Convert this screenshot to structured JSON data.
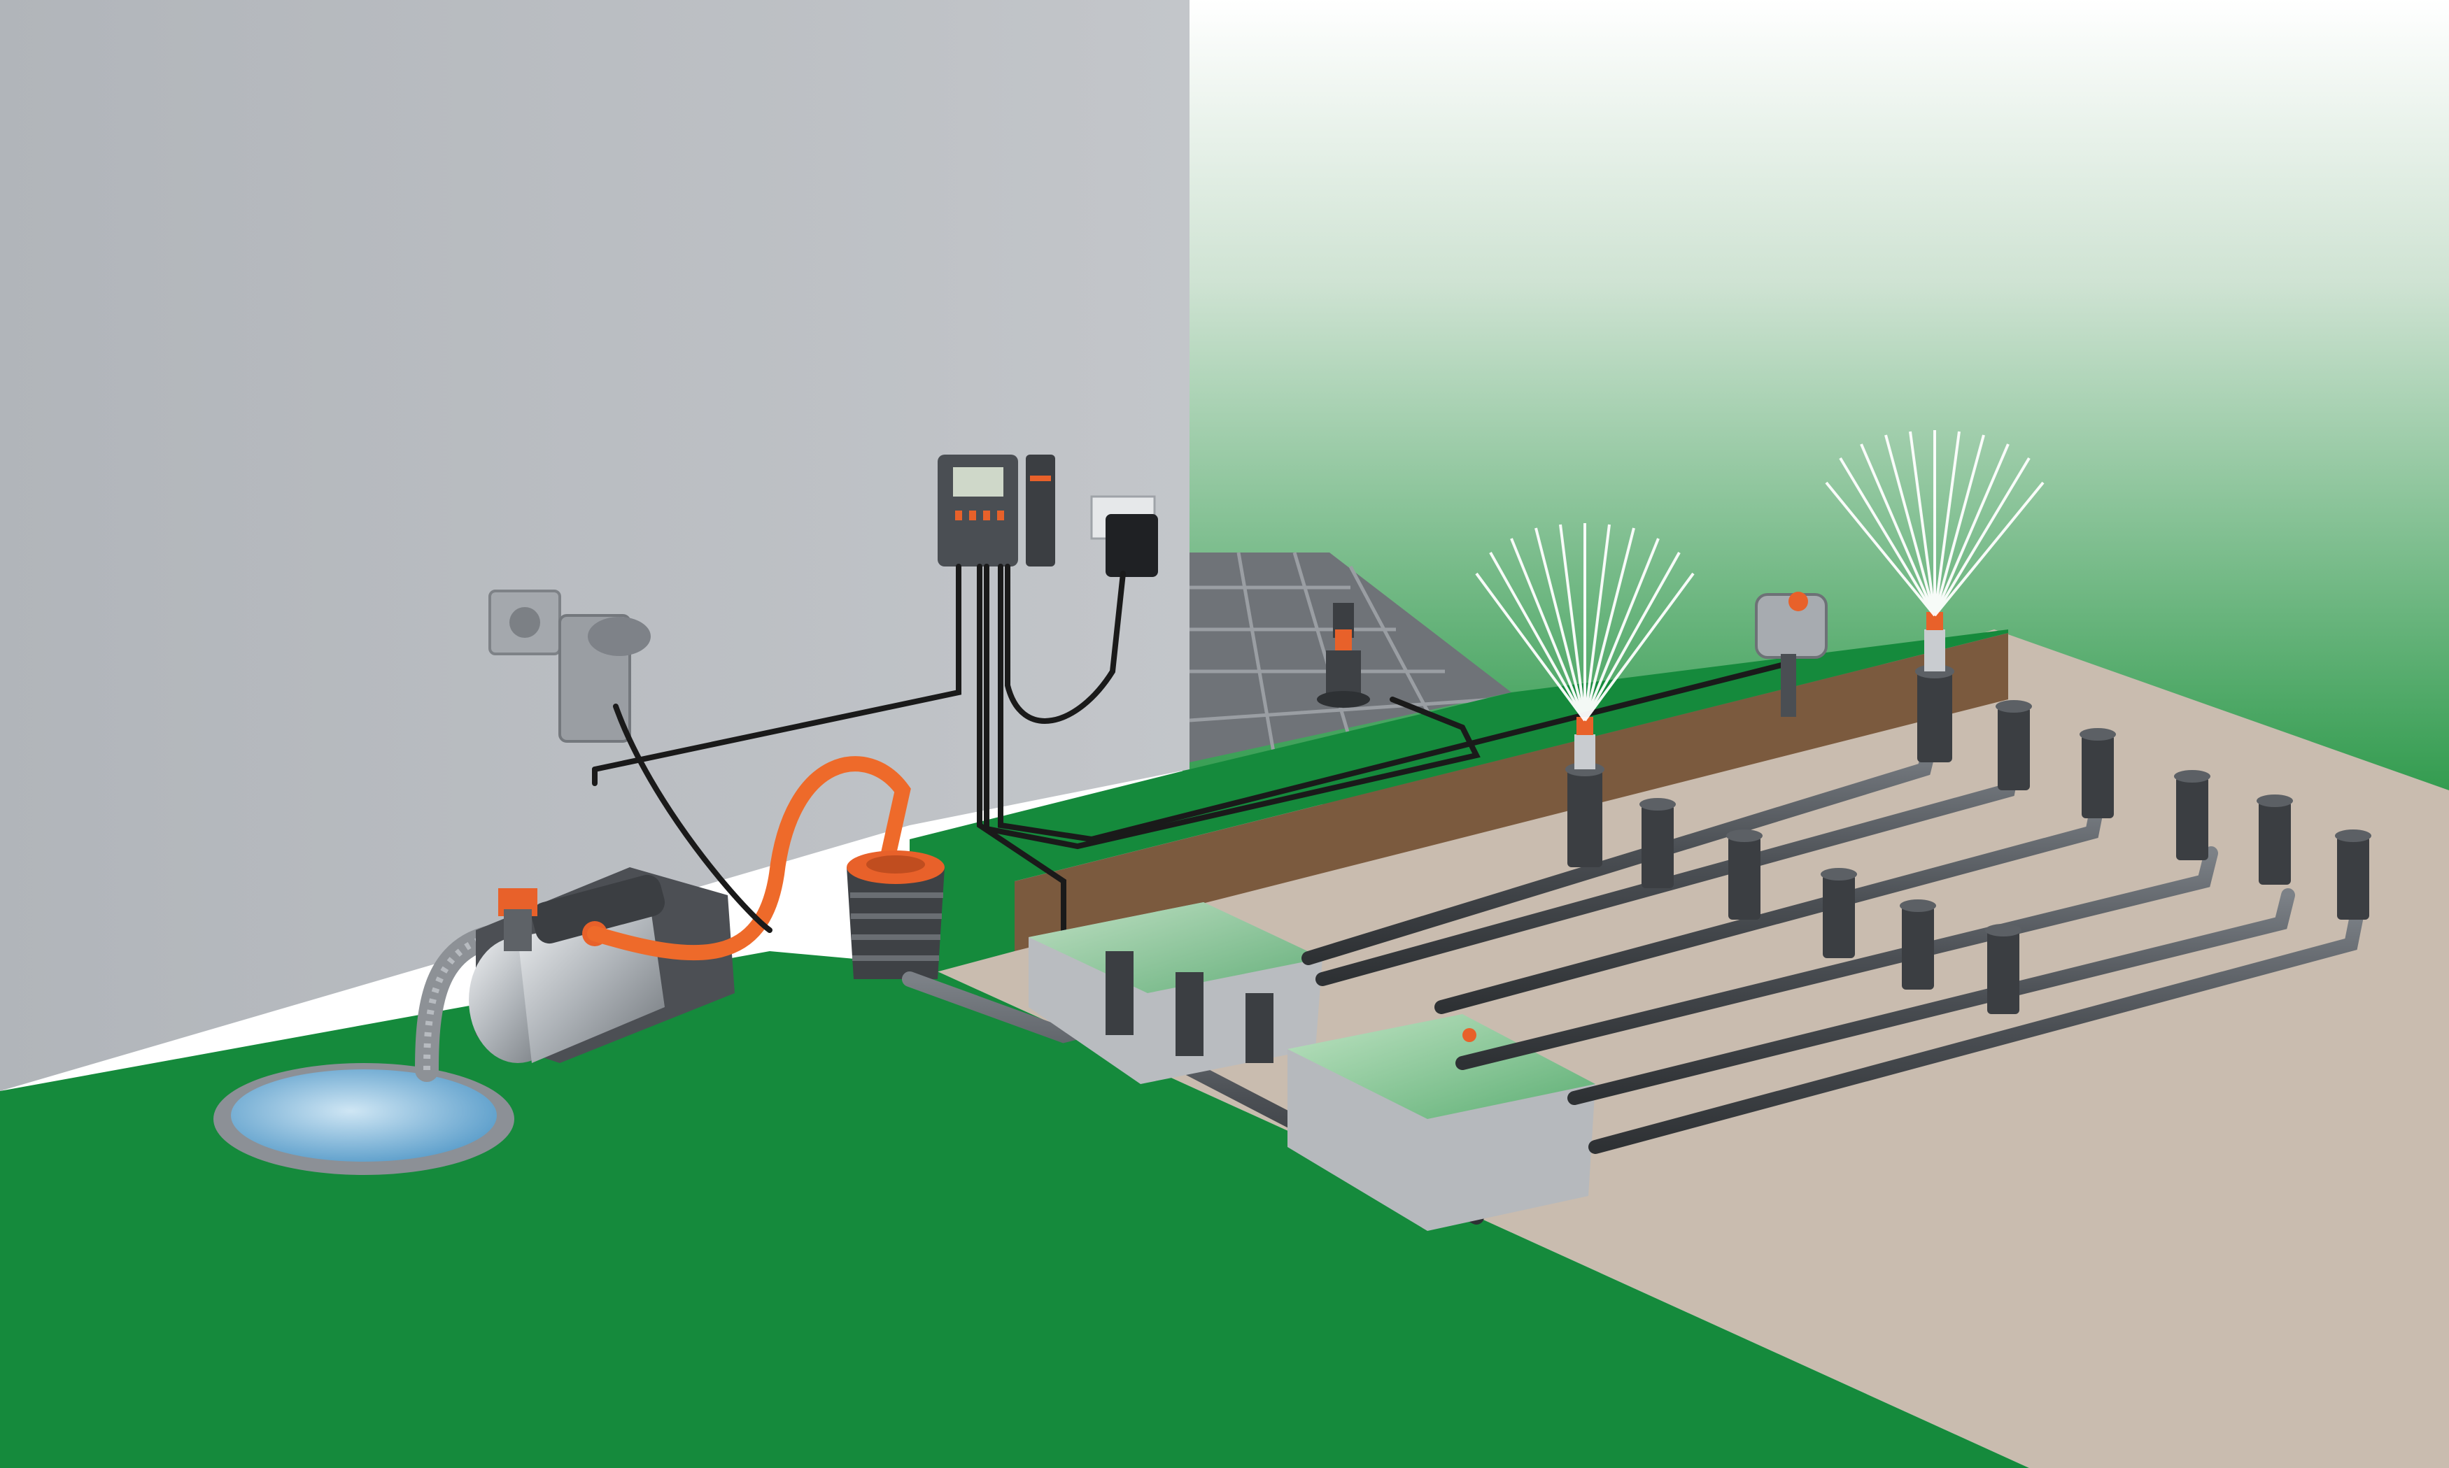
{
  "scene": {
    "description_visible_text": "",
    "colors": {
      "wall": "#b9bcc1",
      "wall_dark": "#9fa3a9",
      "lawn": "#158a3c",
      "lawn_dark": "#0f7030",
      "soil_floor": "#c9bcaf",
      "soil_cut": "#7b5a3e",
      "pipe": "#54585d",
      "hose_orange": "#ee6a2a",
      "cable": "#1a1a1a",
      "sky_top": "#ffffff",
      "sky_bottom": "#2f9a4c",
      "water": "#8dc3e6",
      "spray": "#ffffff",
      "patio": "#6f7378",
      "metal": "#c8ccd1",
      "accent_orange": "#e8612a"
    },
    "components": [
      {
        "id": "pond",
        "icon": "water-reservoir-icon"
      },
      {
        "id": "garden-pump",
        "icon": "pump-icon"
      },
      {
        "id": "pump-switch-socket",
        "icon": "power-socket-icon"
      },
      {
        "id": "irrigation-controller",
        "icon": "controller-icon"
      },
      {
        "id": "power-adapter",
        "icon": "plug-icon"
      },
      {
        "id": "wall-connector",
        "icon": "water-connector-icon"
      },
      {
        "id": "valve-box-1",
        "icon": "valve-box-icon"
      },
      {
        "id": "valve-box-2",
        "icon": "valve-box-icon"
      },
      {
        "id": "rain-sensor",
        "icon": "sensor-icon"
      },
      {
        "id": "patio-sprinkler",
        "icon": "pop-up-sprinkler-icon"
      },
      {
        "id": "pop-up-sprinklers",
        "icon": "pop-up-sprinkler-icon"
      }
    ]
  }
}
